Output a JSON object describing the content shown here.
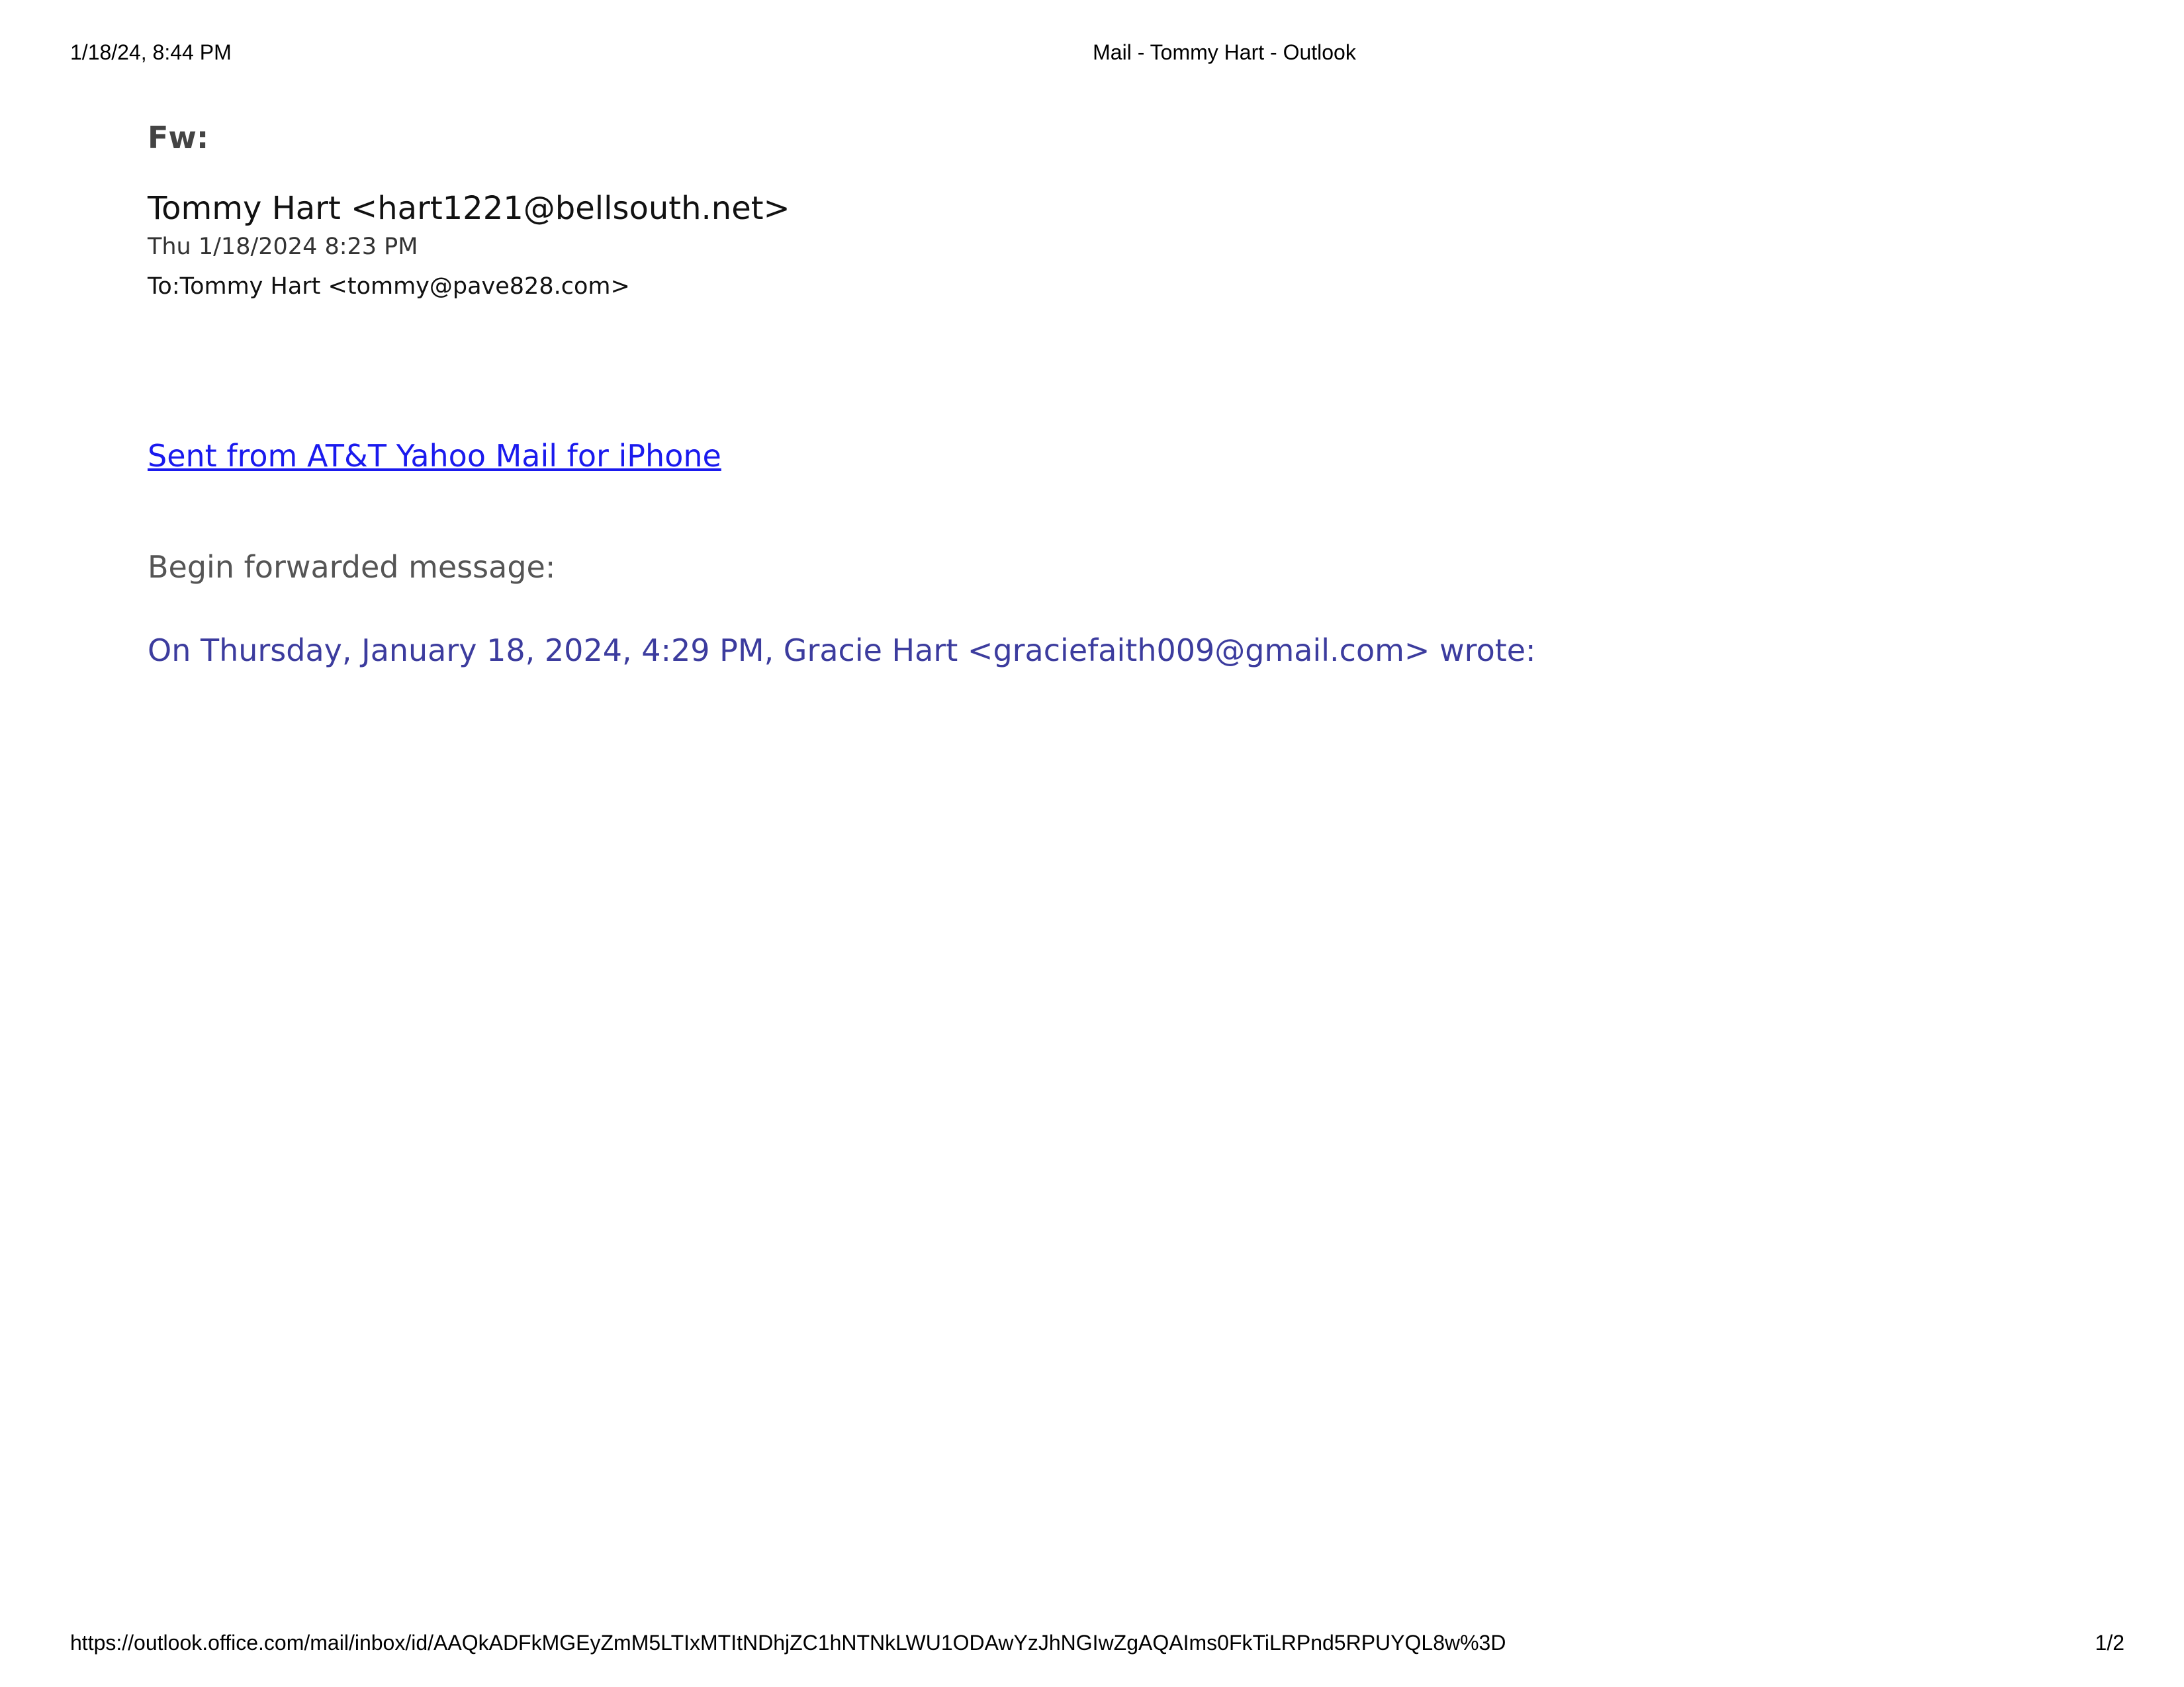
{
  "print_header": {
    "timestamp": "1/18/24, 8:44 PM",
    "page_title": "Mail - Tommy Hart - Outlook"
  },
  "print_footer": {
    "url": "https://outlook.office.com/mail/inbox/id/AAQkADFkMGEyZmM5LTIxMTItNDhjZC1hNTNkLWU1ODAwYzJhNGIwZgAQAIms0FkTiLRPnd5RPUYQL8w%3D",
    "page_number": "1/2"
  },
  "email": {
    "subject": "Fw:",
    "sender": "Tommy Hart <hart1221@bellsouth.net>",
    "date": "Thu 1/18/2024 8:23 PM",
    "to": "To:Tommy Hart <tommy@pave828.com>",
    "signature_link": "Sent from AT&T Yahoo Mail for iPhone",
    "forward_intro": "Begin forwarded message:",
    "forward_attribution": "On Thursday, January 18, 2024, 4:29 PM, Gracie Hart <graciefaith009@gmail.com> wrote:"
  },
  "colors": {
    "link": "#1a1aee",
    "attribution": "#3c3c9e",
    "subject": "#444444"
  }
}
